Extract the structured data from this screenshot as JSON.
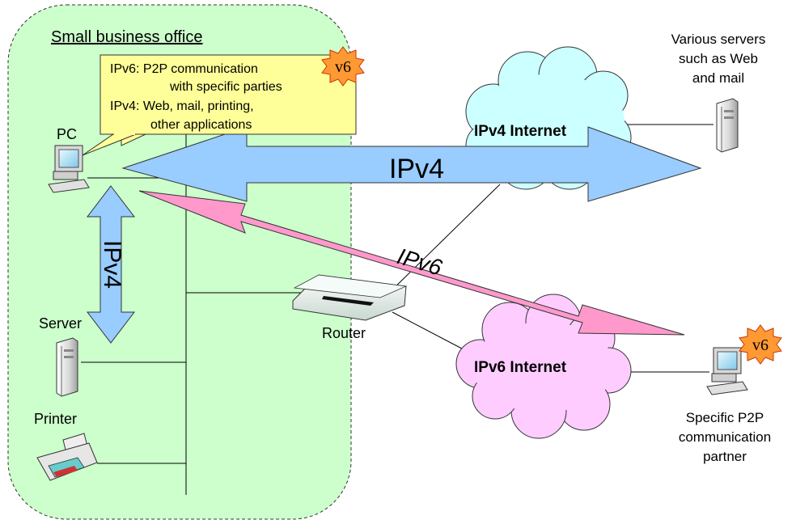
{
  "office": {
    "title": "Small business office"
  },
  "note": {
    "line1": "IPv6: P2P communication",
    "line2": "with specific parties",
    "line3": "IPv4: Web, mail, printing,",
    "line4": "other applications"
  },
  "badge": {
    "label": "v6"
  },
  "devices": {
    "pc": "PC",
    "server": "Server",
    "printer": "Printer",
    "router": "Router"
  },
  "servers": {
    "line1": "Various servers",
    "line2": "such as Web",
    "line3": "and mail"
  },
  "partner": {
    "line1": "Specific P2P",
    "line2": "communication",
    "line3": "partner"
  },
  "clouds": {
    "ipv4": "IPv4 Internet",
    "ipv6": "IPv6 Internet"
  },
  "arrows": {
    "ipv4_main": "IPv4",
    "ipv6_main": "IPv6",
    "ipv4_local": "IPv4"
  },
  "colors": {
    "office_fill": "#ccffcc",
    "note_fill": "#ffff99",
    "ipv4_arrow": "#99ccff",
    "ipv6_arrow": "#ff99cc",
    "ipv4_cloud": "#ccffff",
    "ipv6_cloud": "#ffccff",
    "badge": "#ff9933"
  }
}
